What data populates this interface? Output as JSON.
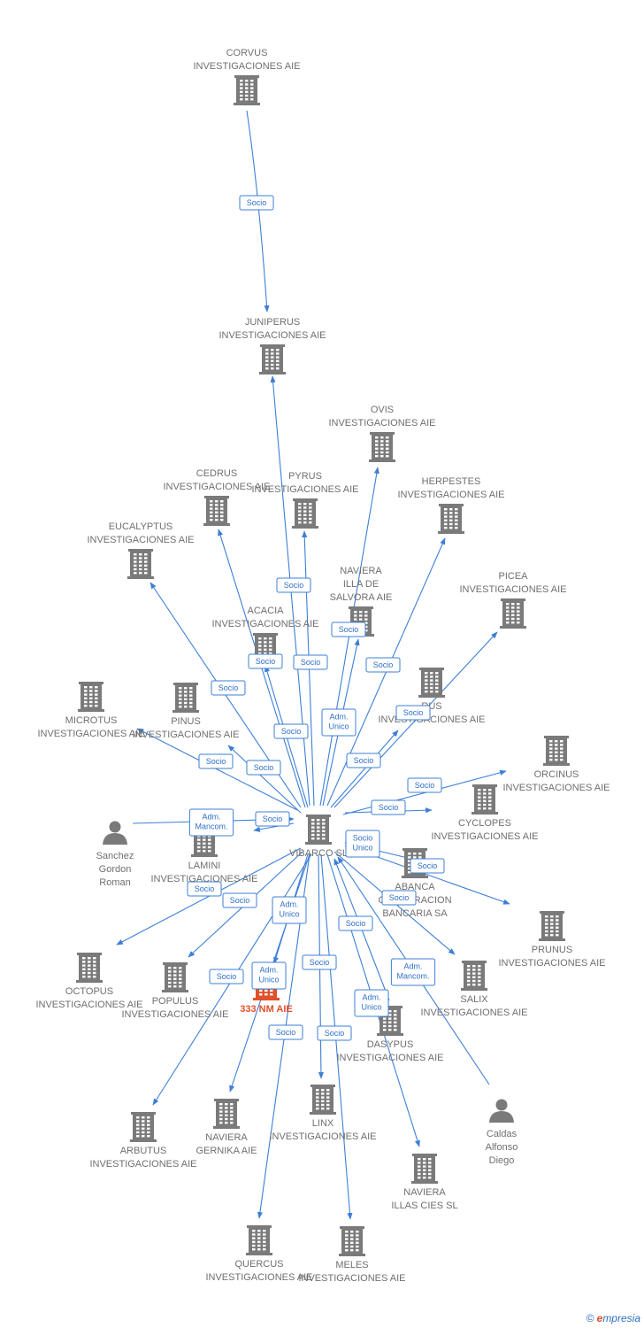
{
  "colors": {
    "edge": "#3d7fd6",
    "company": "#7a7a7a",
    "person": "#7a7a7a",
    "highlight": "#e0502a"
  },
  "nodes": [
    {
      "id": "corvus",
      "type": "company",
      "lines": [
        "CORVUS",
        "INVESTIGACIONES AIE"
      ]
    },
    {
      "id": "juniperus",
      "type": "company",
      "lines": [
        "JUNIPERUS",
        "INVESTIGACIONES AIE"
      ]
    },
    {
      "id": "ovis",
      "type": "company",
      "lines": [
        "OVIS",
        "INVESTIGACIONES AIE"
      ]
    },
    {
      "id": "cedrus",
      "type": "company",
      "lines": [
        "CEDRUS",
        "INVESTIGACIONES AIE"
      ]
    },
    {
      "id": "pyrus",
      "type": "company",
      "lines": [
        "PYRUS",
        "INVESTIGACIONES AIE"
      ]
    },
    {
      "id": "herpestes",
      "type": "company",
      "lines": [
        "HERPESTES",
        "INVESTIGACIONES AIE"
      ]
    },
    {
      "id": "eucalyptus",
      "type": "company",
      "lines": [
        "EUCALYPTUS",
        "INVESTIGACIONES AIE"
      ]
    },
    {
      "id": "salvora",
      "type": "company",
      "lines": [
        "NAVIERA",
        "ILLA DE",
        "SALVORA  AIE"
      ]
    },
    {
      "id": "picea",
      "type": "company",
      "lines": [
        "PICEA",
        "INVESTIGACIONES AIE"
      ]
    },
    {
      "id": "acacia",
      "type": "company",
      "lines": [
        "ACACIA",
        "INVESTIGACIONES AIE"
      ]
    },
    {
      "id": "rus",
      "type": "company",
      "lines": [
        "RUS",
        "INVESTIGACIONES AIE"
      ]
    },
    {
      "id": "microtus",
      "type": "company",
      "lines": [
        "MICROTUS",
        "INVESTIGACIONES AIE"
      ]
    },
    {
      "id": "pinus",
      "type": "company",
      "lines": [
        "PINUS",
        "INVESTIGACIONES AIE"
      ]
    },
    {
      "id": "orcinus",
      "type": "company",
      "lines": [
        "ORCINUS",
        "INVESTIGACIONES AIE"
      ]
    },
    {
      "id": "cyclopes",
      "type": "company",
      "lines": [
        "CYCLOPES",
        "INVESTIGACIONES AIE"
      ]
    },
    {
      "id": "sanchez",
      "type": "person",
      "lines": [
        "Sanchez",
        "Gordon",
        "Roman"
      ]
    },
    {
      "id": "vibarco",
      "type": "company",
      "lines": [
        "VIBARCO SL"
      ]
    },
    {
      "id": "lamini",
      "type": "company",
      "lines": [
        "LAMINI",
        "INVESTIGACIONES AIE"
      ]
    },
    {
      "id": "abanca",
      "type": "company",
      "lines": [
        "ABANCA",
        "CORPORACION",
        "BANCARIA SA"
      ]
    },
    {
      "id": "prunus",
      "type": "company",
      "lines": [
        "PRUNUS",
        "INVESTIGACIONES AIE"
      ]
    },
    {
      "id": "octopus",
      "type": "company",
      "lines": [
        "OCTOPUS",
        "INVESTIGACIONES AIE"
      ]
    },
    {
      "id": "populus",
      "type": "company",
      "lines": [
        "POPULUS",
        "INVESTIGACIONES AIE"
      ]
    },
    {
      "id": "nm333",
      "type": "company",
      "highlight": true,
      "lines": [
        "333 NM  AIE"
      ]
    },
    {
      "id": "salix",
      "type": "company",
      "lines": [
        "SALIX",
        "INVESTIGACIONES AIE"
      ]
    },
    {
      "id": "dasypus",
      "type": "company",
      "lines": [
        "DASYPUS",
        "INVESTIGACIONES AIE"
      ]
    },
    {
      "id": "caldas",
      "type": "person",
      "lines": [
        "Caldas",
        "Alfonso",
        "Diego"
      ]
    },
    {
      "id": "arbutus",
      "type": "company",
      "lines": [
        "ARBUTUS",
        "INVESTIGACIONES AIE"
      ]
    },
    {
      "id": "gernika",
      "type": "company",
      "lines": [
        "NAVIERA",
        "GERNIKA  AIE"
      ]
    },
    {
      "id": "linx",
      "type": "company",
      "lines": [
        "LINX",
        "INVESTIGACIONES AIE"
      ]
    },
    {
      "id": "illascies",
      "type": "company",
      "lines": [
        "NAVIERA",
        "ILLAS CIES  SL"
      ]
    },
    {
      "id": "quercus",
      "type": "company",
      "lines": [
        "QUERCUS",
        "INVESTIGACIONES AIE"
      ]
    },
    {
      "id": "meles",
      "type": "company",
      "lines": [
        "MELES",
        "INVESTIGACIONES AIE"
      ]
    }
  ],
  "edges": [
    {
      "from": "corvus",
      "to": "juniperus",
      "label": [
        "Socio"
      ]
    },
    {
      "from": "vibarco",
      "to": "juniperus",
      "label": [
        "Socio"
      ]
    },
    {
      "from": "vibarco",
      "to": "ovis",
      "label": [
        "Adm.",
        "Unico"
      ]
    },
    {
      "from": "vibarco",
      "to": "cedrus",
      "label": [
        "Socio"
      ]
    },
    {
      "from": "vibarco",
      "to": "pyrus",
      "label": [
        "Socio"
      ]
    },
    {
      "from": "vibarco",
      "to": "herpestes",
      "label": [
        "Socio"
      ]
    },
    {
      "from": "vibarco",
      "to": "eucalyptus",
      "label": [
        "Socio"
      ]
    },
    {
      "from": "vibarco",
      "to": "salvora",
      "label": [
        "Socio"
      ]
    },
    {
      "from": "vibarco",
      "to": "picea",
      "label": [
        "Socio"
      ]
    },
    {
      "from": "vibarco",
      "to": "acacia",
      "label": [
        "Socio"
      ]
    },
    {
      "from": "vibarco",
      "to": "rus",
      "label": [
        "Socio"
      ]
    },
    {
      "from": "vibarco",
      "to": "microtus",
      "label": [
        "Socio"
      ]
    },
    {
      "from": "vibarco",
      "to": "pinus",
      "label": [
        "Socio"
      ]
    },
    {
      "from": "vibarco",
      "to": "orcinus",
      "label": [
        "Socio"
      ]
    },
    {
      "from": "vibarco",
      "to": "cyclopes",
      "label": [
        "Socio"
      ]
    },
    {
      "from": "sanchez",
      "to": "vibarco",
      "label": [
        "Adm.",
        "Mancom."
      ]
    },
    {
      "from": "vibarco",
      "to": "lamini",
      "label": [
        "Socio"
      ]
    },
    {
      "from": "abanca",
      "to": "vibarco",
      "label": [
        "Socio",
        "Unico"
      ]
    },
    {
      "from": "vibarco",
      "to": "prunus",
      "label": [
        "Socio"
      ]
    },
    {
      "from": "vibarco",
      "to": "octopus",
      "label": [
        "Socio"
      ]
    },
    {
      "from": "vibarco",
      "to": "populus",
      "label": [
        "Socio"
      ]
    },
    {
      "from": "vibarco",
      "to": "nm333",
      "label": [
        "Adm.",
        "Unico"
      ]
    },
    {
      "from": "vibarco",
      "to": "salix",
      "label": [
        "Socio"
      ]
    },
    {
      "from": "dasypus",
      "to": "vibarco",
      "label": [
        "Socio"
      ]
    },
    {
      "from": "caldas",
      "to": "vibarco",
      "label": [
        "Adm.",
        "Mancom."
      ]
    },
    {
      "from": "vibarco",
      "to": "arbutus",
      "label": [
        "Socio"
      ]
    },
    {
      "from": "vibarco",
      "to": "gernika",
      "label": [
        "Adm.",
        "Unico"
      ]
    },
    {
      "from": "vibarco",
      "to": "linx",
      "label": [
        "Socio"
      ]
    },
    {
      "from": "vibarco",
      "to": "illascies",
      "label": [
        "Adm.",
        "Unico"
      ]
    },
    {
      "from": "vibarco",
      "to": "quercus",
      "label": [
        "Socio"
      ]
    },
    {
      "from": "vibarco",
      "to": "meles",
      "label": [
        "Socio"
      ]
    }
  ],
  "brand": {
    "copyright": "©",
    "first_letter": "e",
    "rest": "mpresia"
  }
}
